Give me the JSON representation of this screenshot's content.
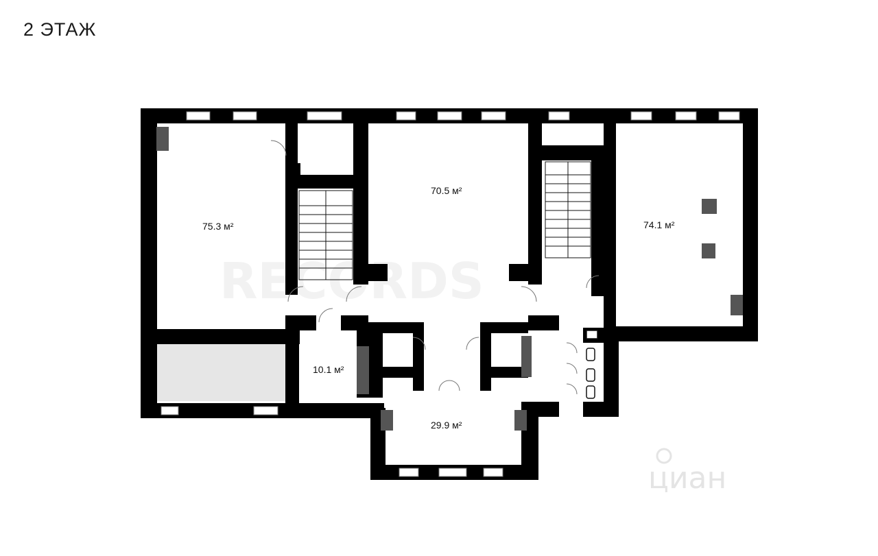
{
  "floor": {
    "title": "2 ЭТАЖ"
  },
  "rooms": [
    {
      "id": "room-west",
      "area": "75.3 м²"
    },
    {
      "id": "room-center",
      "area": "70.5 м²"
    },
    {
      "id": "room-east",
      "area": "74.1 м²"
    },
    {
      "id": "room-small",
      "area": "10.1 м²"
    },
    {
      "id": "room-south",
      "area": "29.9 м²"
    }
  ],
  "watermarks": {
    "center": "RECORDS",
    "corner": "циан"
  },
  "colors": {
    "wall": "#000000",
    "column": "#555555",
    "terrace": "#e6e6e6",
    "background": "#ffffff"
  }
}
